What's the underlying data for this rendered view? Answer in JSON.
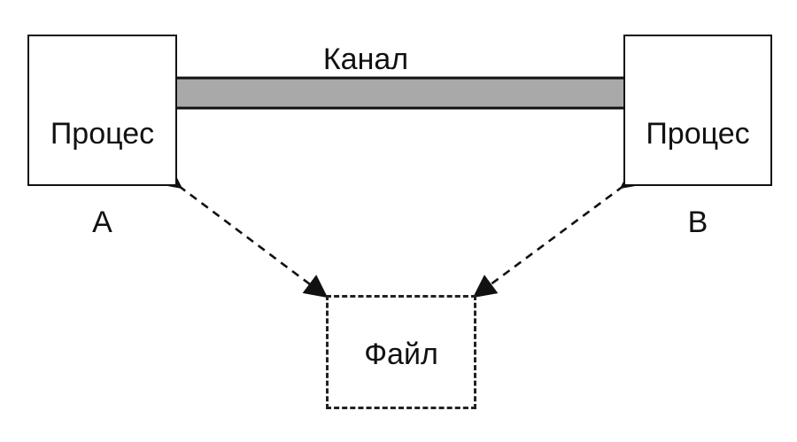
{
  "diagram": {
    "channel_label": "Канал",
    "process_a": {
      "line1": "Процес",
      "line2": "A"
    },
    "process_b": {
      "line1": "Процес",
      "line2": "B"
    },
    "file_label": "Файл"
  },
  "colors": {
    "stroke": "#111111",
    "channel_fill": "#a9a9a9",
    "background": "#ffffff"
  }
}
